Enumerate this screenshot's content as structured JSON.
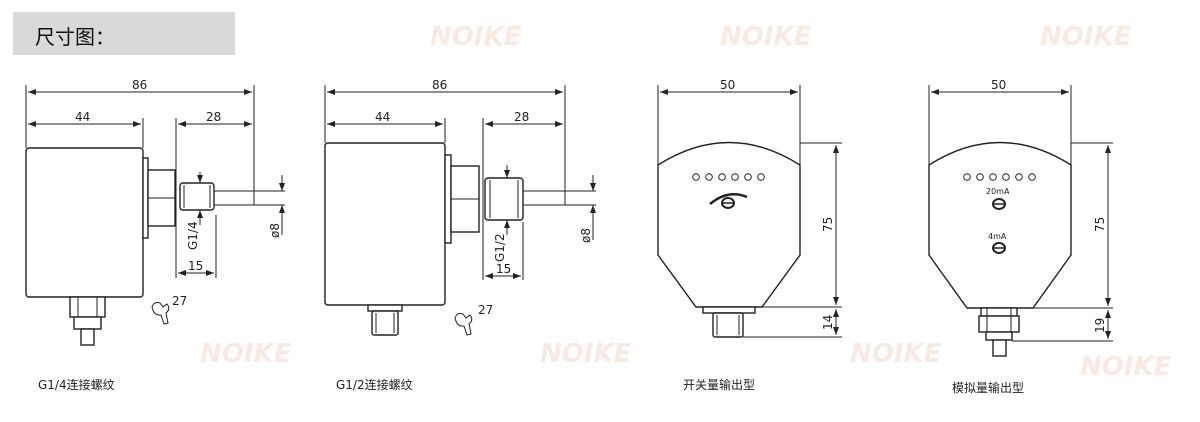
{
  "header": {
    "title": "尺寸图："
  },
  "watermark": "NOIKE",
  "drawings": [
    {
      "caption": "G1/4连接螺纹",
      "dims": {
        "total": "86",
        "body": "44",
        "fitting": "28",
        "thread_len": "15",
        "pipe_dia": "ø8",
        "thread": "G1/4",
        "wrench": "27"
      }
    },
    {
      "caption": "G1/2连接螺纹",
      "dims": {
        "total": "86",
        "body": "44",
        "fitting": "28",
        "thread_len": "15",
        "pipe_dia": "ø8",
        "thread": "G1/2",
        "wrench": "27"
      }
    },
    {
      "caption": "开关量输出型",
      "dims": {
        "width": "50",
        "height": "75",
        "bottom": "14"
      }
    },
    {
      "caption": "模拟量输出型",
      "dims": {
        "width": "50",
        "height": "75",
        "bottom": "19"
      },
      "labels": {
        "high": "20mA",
        "low": "4mA"
      }
    }
  ]
}
